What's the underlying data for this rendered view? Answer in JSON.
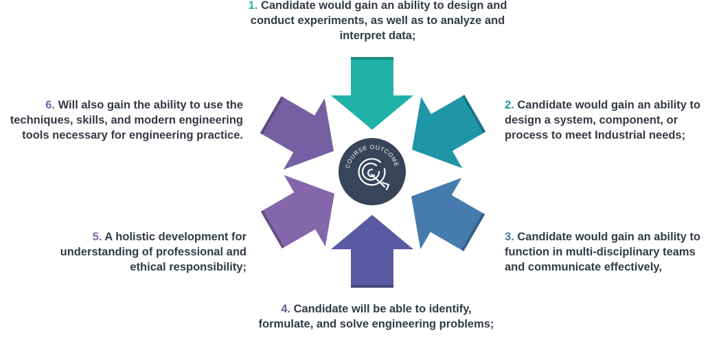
{
  "center": {
    "text": "COURSE OUTCOME",
    "icon": "target-icon"
  },
  "colors": {
    "outcome1": "#20b2a6",
    "outcome2": "#1f95a8",
    "outcome3": "#457cad",
    "outcome4": "#5a5aa2",
    "outcome5": "#8466aa",
    "outcome6": "#7560a3",
    "center": "#364558",
    "text": "#333a45"
  },
  "outcomes": [
    {
      "num": "1.",
      "text": "Candidate would gain an ability to design and conduct experiments, as well as to analyze and interpret data;"
    },
    {
      "num": "2.",
      "text": "Candidate would gain an ability to design a system, component, or process to meet Industrial needs;"
    },
    {
      "num": "3.",
      "text": "Candidate would gain an ability to function in multi-disciplinary teams and communicate effectively,"
    },
    {
      "num": "4.",
      "text": "Candidate will be able to identify, formulate, and solve engineering problems;"
    },
    {
      "num": "5.",
      "text": "A holistic development for understanding of professional and ethical responsibility;"
    },
    {
      "num": "6.",
      "text": "Will also gain the ability to use the techniques, skills, and modern engineering tools necessary for engineering practice."
    }
  ]
}
